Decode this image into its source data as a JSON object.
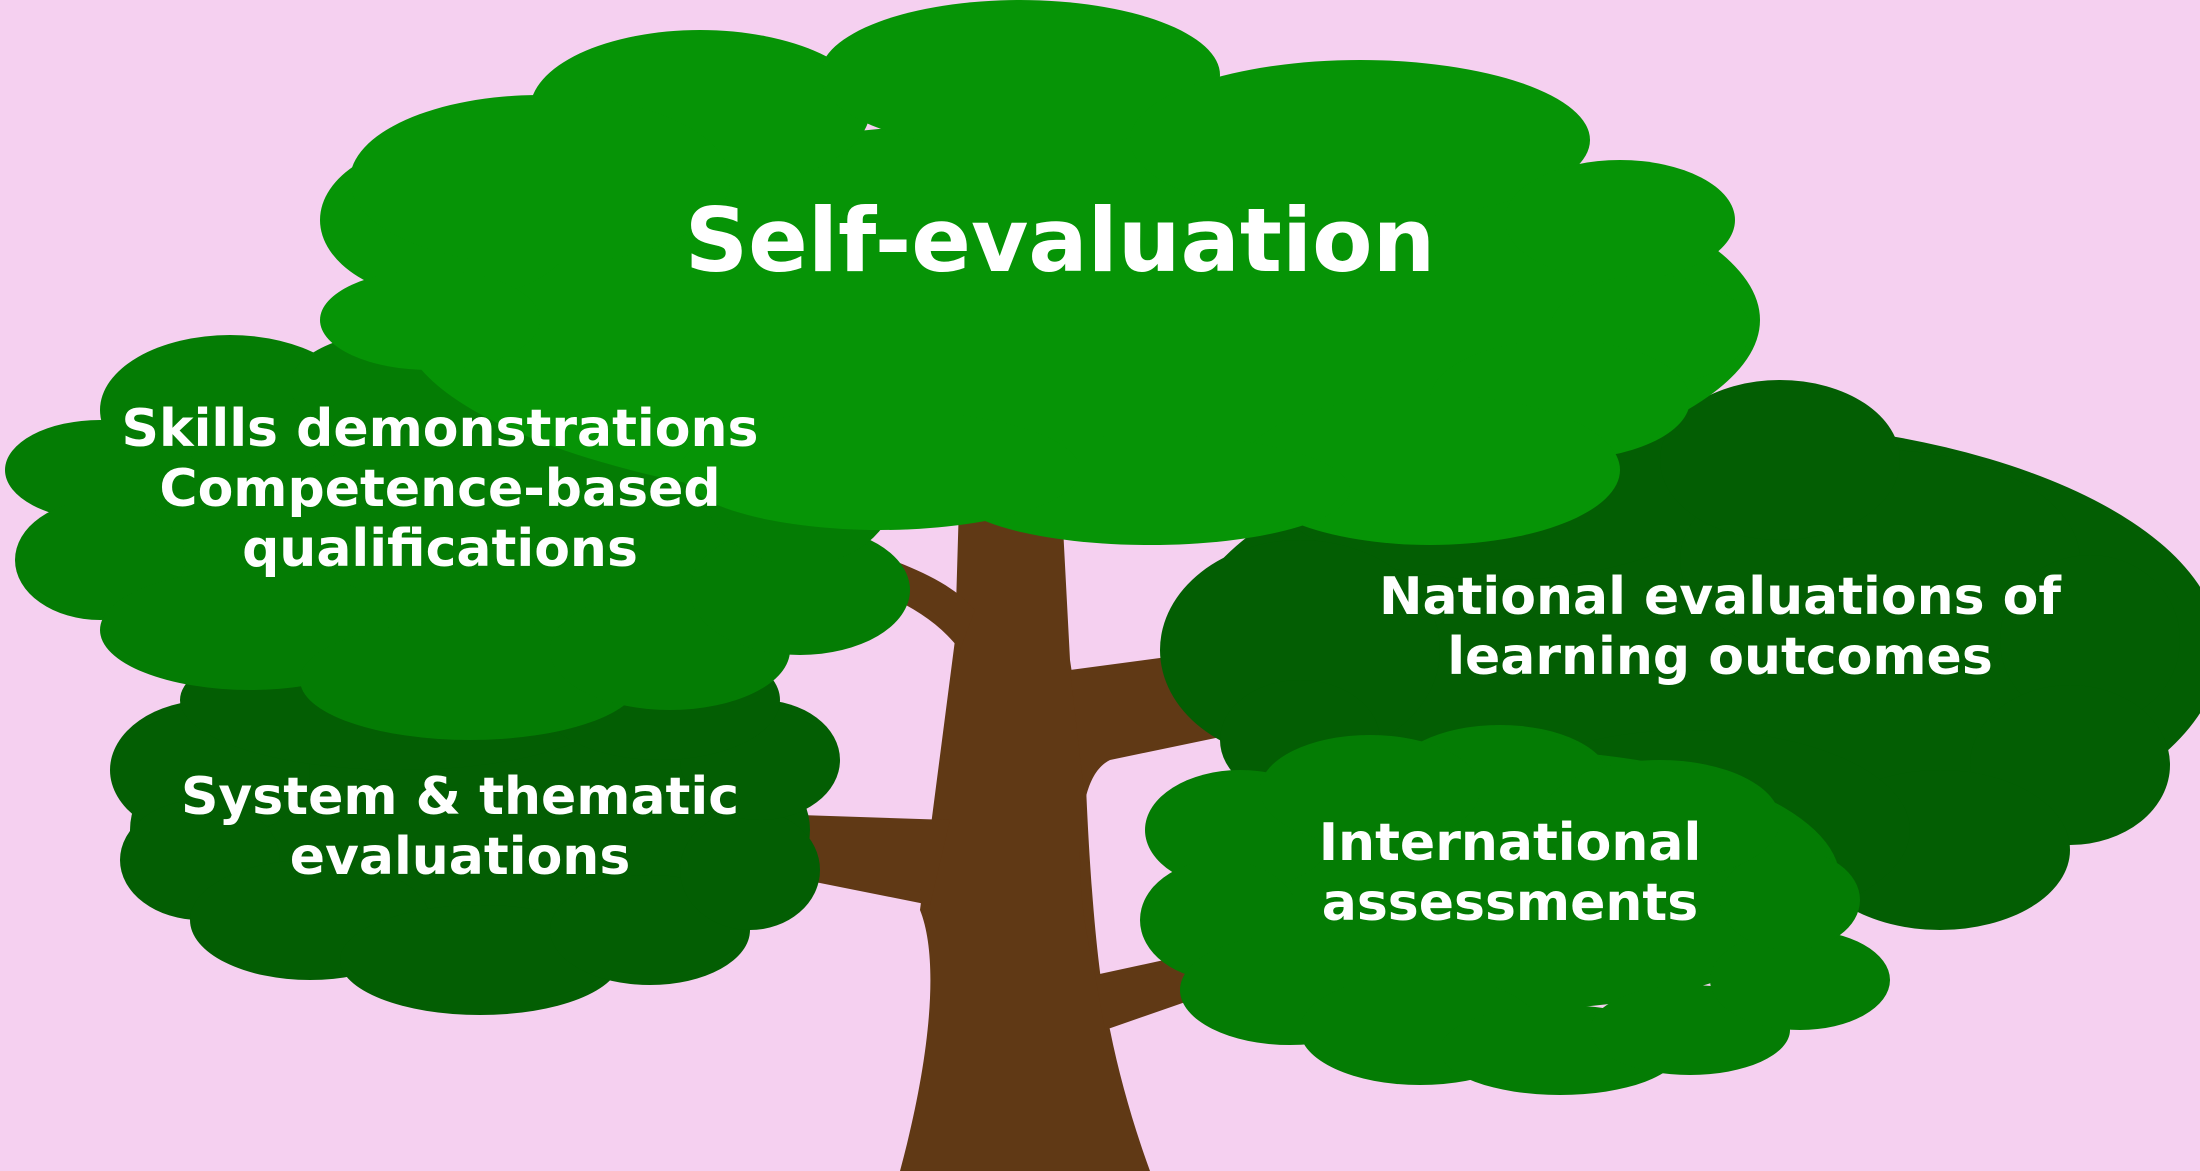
{
  "colors": {
    "background": "#f5d0f0",
    "trunk": "#603915",
    "canopy_light": "#069406",
    "canopy_mid": "#047c04",
    "canopy_dark": "#035e03",
    "text": "#ffffff"
  },
  "diagram": {
    "top": {
      "label": "Self-evaluation"
    },
    "left_upper": {
      "line1": "Skills demonstrations",
      "line2": "Competence-based",
      "line3": "qualifications"
    },
    "left_lower": {
      "line1": "System & thematic",
      "line2": "evaluations"
    },
    "right_upper": {
      "line1": "National evaluations of",
      "line2": "learning outcomes"
    },
    "right_lower": {
      "line1": "International",
      "line2": "assessments"
    }
  }
}
